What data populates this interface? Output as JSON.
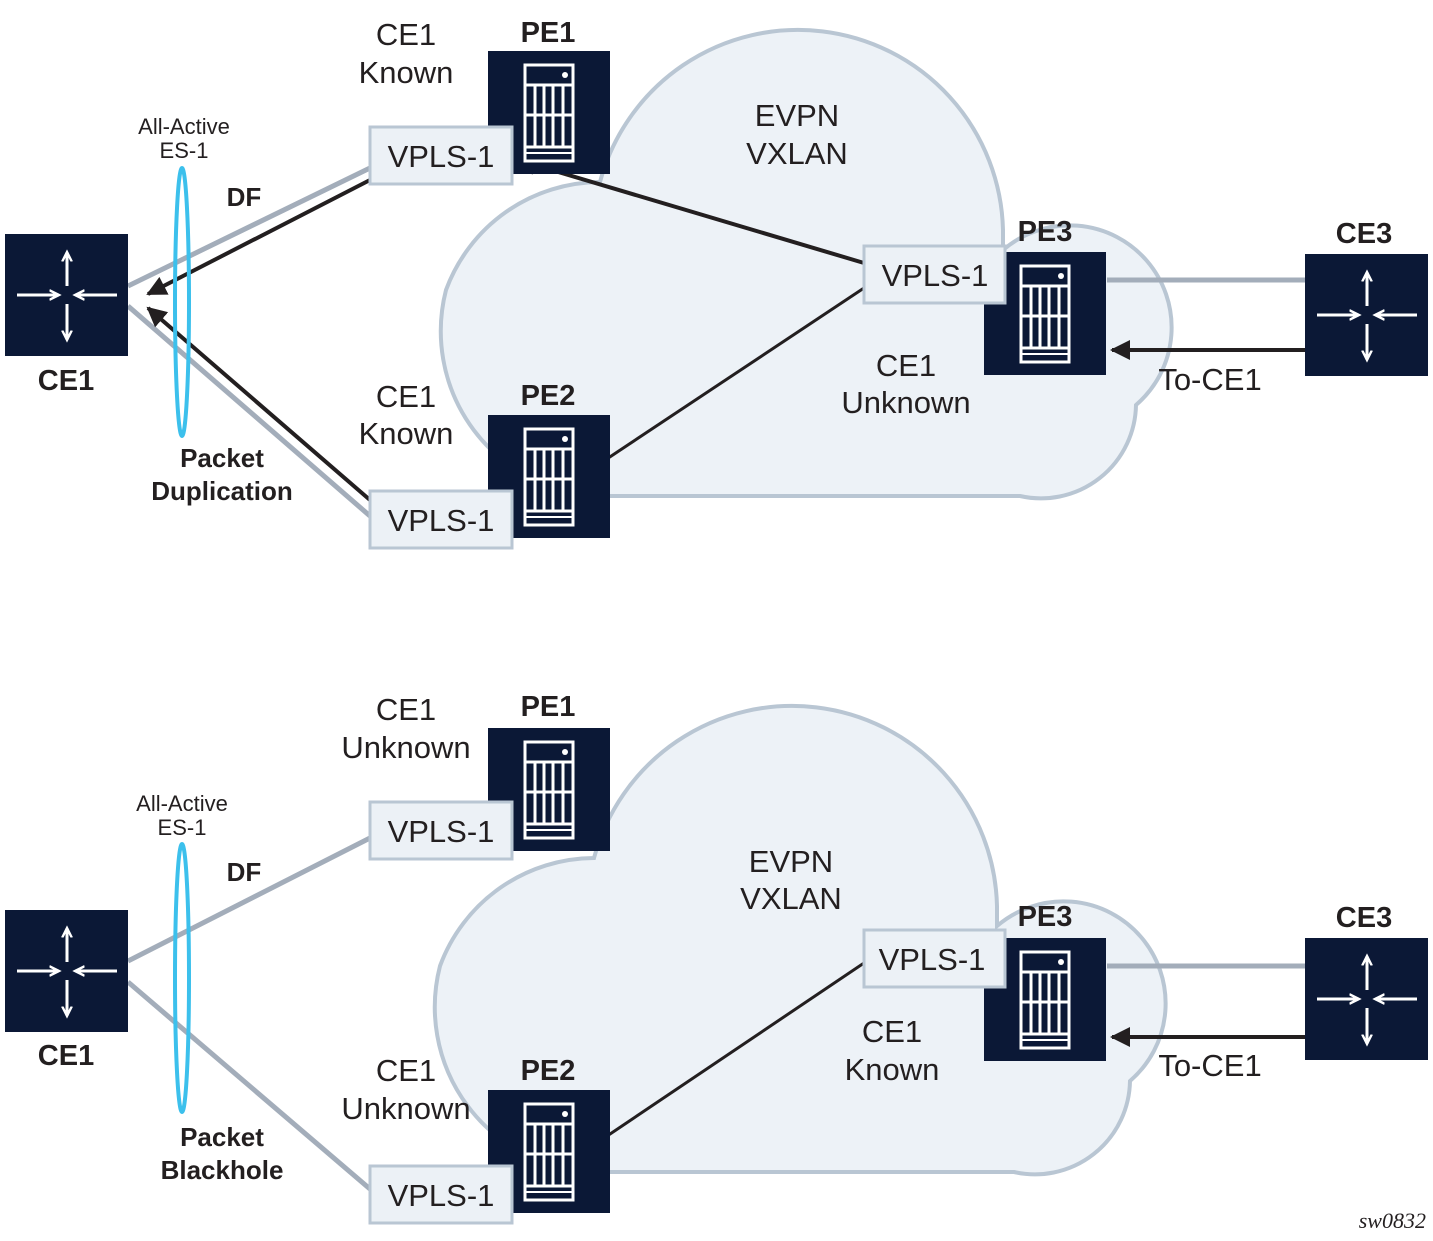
{
  "figure_id": "sw0832",
  "colors": {
    "device": "#0b1836",
    "cloud_fill": "#edf2f7",
    "cloud_stroke": "#b9c6d3",
    "link": "#a3adba",
    "flow": "#231f20",
    "es_ring": "#3cc0ec"
  },
  "panels": [
    {
      "name": "duplication",
      "cloud_label": [
        "EVPN",
        "VXLAN"
      ],
      "es_label": [
        "All-Active",
        "ES-1"
      ],
      "df_label": "DF",
      "issue_label": [
        "Packet",
        "Duplication"
      ],
      "ce1": {
        "label": "CE1",
        "icon": "router-icon"
      },
      "ce3": {
        "label": "CE3",
        "icon": "router-icon"
      },
      "pe1": {
        "label": "PE1",
        "icon": "server-chassis-icon",
        "service": "VPLS-1",
        "state": [
          "CE1",
          "Known"
        ]
      },
      "pe2": {
        "label": "PE2",
        "icon": "server-chassis-icon",
        "service": "VPLS-1",
        "state": [
          "CE1",
          "Known"
        ]
      },
      "pe3": {
        "label": "PE3",
        "icon": "server-chassis-icon",
        "service": "VPLS-1",
        "state": [
          "CE1",
          "Unknown"
        ]
      },
      "traffic_label": "To-CE1"
    },
    {
      "name": "blackhole",
      "cloud_label": [
        "EVPN",
        "VXLAN"
      ],
      "es_label": [
        "All-Active",
        "ES-1"
      ],
      "df_label": "DF",
      "issue_label": [
        "Packet",
        "Blackhole"
      ],
      "ce1": {
        "label": "CE1",
        "icon": "router-icon"
      },
      "ce3": {
        "label": "CE3",
        "icon": "router-icon"
      },
      "pe1": {
        "label": "PE1",
        "icon": "server-chassis-icon",
        "service": "VPLS-1",
        "state": [
          "CE1",
          "Unknown"
        ]
      },
      "pe2": {
        "label": "PE2",
        "icon": "server-chassis-icon",
        "service": "VPLS-1",
        "state": [
          "CE1",
          "Unknown"
        ]
      },
      "pe3": {
        "label": "PE3",
        "icon": "server-chassis-icon",
        "service": "VPLS-1",
        "state": [
          "CE1",
          "Known"
        ]
      },
      "traffic_label": "To-CE1"
    }
  ]
}
